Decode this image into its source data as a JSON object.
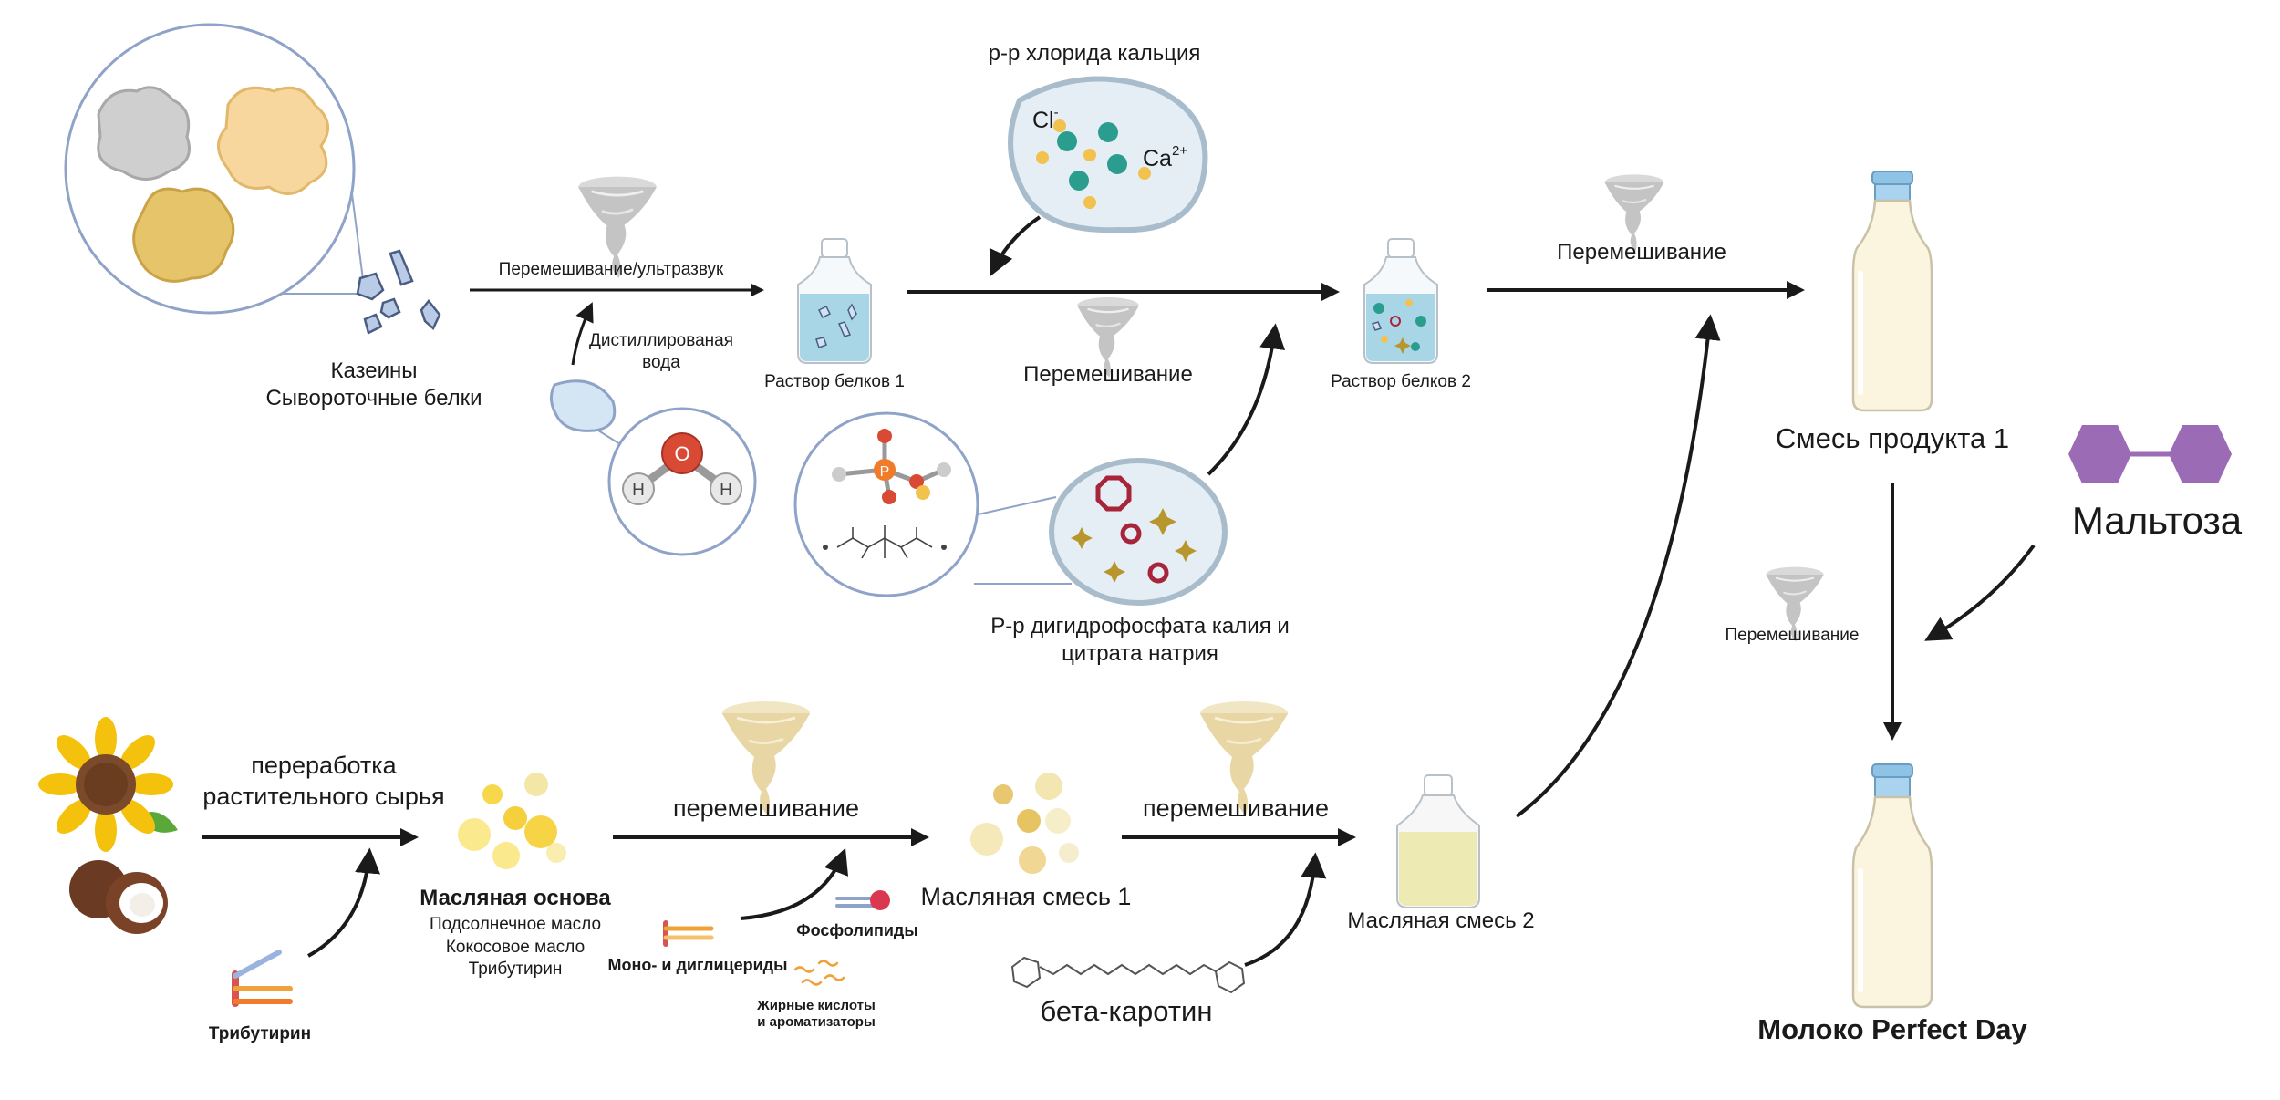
{
  "labels": {
    "casein_line1": "Казеины",
    "casein_line2": "Сывороточные белки",
    "mix_ultrasound": "Перемешивание/ультразвук",
    "distilled_water_line1": "Дистиллированая",
    "distilled_water_line2": "вода",
    "protein_solution_1": "Раствор белков 1",
    "calcium_chloride_solution": "р-р хлорида кальция",
    "chloride_ion": "Cl",
    "chloride_charge": "-",
    "calcium_ion": "Ca",
    "calcium_charge": "2+",
    "mixing_center": "Перемешивание",
    "protein_solution_2": "Раствор белков 2",
    "mixing_right": "Перемешивание",
    "phosphate_citrate_line1": "Р-р дигидрофосфата калия и",
    "phosphate_citrate_line2": "цитрата натрия",
    "product_mix_1": "Смесь продукта 1",
    "maltose": "Мальтоза",
    "mixing_vertical": "Перемешивание",
    "plant_processing_line1": "переработка",
    "plant_processing_line2": "растительного сырья",
    "tributyrin_bottom": "Трибутирин",
    "oil_base_title": "Масляная основа",
    "oil_base_item1": "Подсолнечное масло",
    "oil_base_item2": "Кокосовое масло",
    "oil_base_item3": "Трибутирин",
    "mixing_oil_1": "перемешивание",
    "mono_diglycerides": "Моно- и диглицериды",
    "phospholipids": "Фосфолипиды",
    "fatty_acids_line1": "Жирные кислоты",
    "fatty_acids_line2": "и ароматизаторы",
    "oil_mix_1": "Масляная смесь 1",
    "mixing_oil_2": "перемешивание",
    "beta_carotene": "бета-каротин",
    "oil_mix_2": "Масляная смесь 2",
    "final_product": "Молоко Perfect Day",
    "atom_o": "O",
    "atom_h1": "H",
    "atom_h2": "H",
    "atom_p": "P"
  },
  "colors": {
    "arrow": "#1a1a1a",
    "bubble_outline": "#8fa3c8",
    "protein_blue": "#b9cbe6",
    "water_blue": "#d4e6f3",
    "cl_teal": "#2a9d8f",
    "ca_yellow": "#f2c14e",
    "maltose_purple": "#9b6bb5",
    "milk_cream": "#fbf5e0",
    "cap_blue": "#8ec3e6",
    "oil_yellow": "#f7e27a",
    "tornado_grey": "#c8c8c8",
    "tornado_beige": "#eadbb0",
    "ring_red": "#a8243a",
    "star_gold": "#b8962e"
  }
}
